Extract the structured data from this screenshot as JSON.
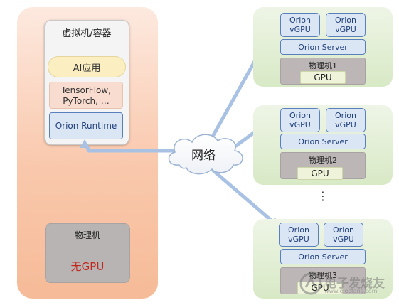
{
  "vm": {
    "title": "虚拟机/容器",
    "app": "AI应用",
    "frameworks_line1": "TensorFlow,",
    "frameworks_line2": "PyTorch, …",
    "runtime": "Orion Runtime"
  },
  "left_physical": {
    "label": "物理机",
    "gpu": "无GPU"
  },
  "network": {
    "label": "网络"
  },
  "servers": [
    {
      "vgpu1_a": "Orion",
      "vgpu1_b": "vGPU",
      "vgpu2_a": "Orion",
      "vgpu2_b": "vGPU",
      "server": "Orion Server",
      "machine": "物理机1",
      "gpu": "GPU"
    },
    {
      "vgpu1_a": "Orion",
      "vgpu1_b": "vGPU",
      "vgpu2_a": "Orion",
      "vgpu2_b": "vGPU",
      "server": "Orion Server",
      "machine": "物理机2",
      "gpu": "GPU"
    },
    {
      "vgpu1_a": "Orion",
      "vgpu1_b": "vGPU",
      "vgpu2_a": "Orion",
      "vgpu2_b": "vGPU",
      "server": "Orion Server",
      "machine": "物理机3",
      "gpu": "GPU"
    }
  ],
  "ellipsis": "⋮",
  "watermark": {
    "text": "电子发烧友",
    "url": "www.elecfans.com"
  },
  "colors": {
    "left_panel": "#f6bb98",
    "server_panel": "#d8e9c6",
    "blue_box": "#dbe6f5",
    "blue_border": "#5a7fbd",
    "arrow": "#a9c2e4",
    "no_gpu_text": "#c1251b"
  }
}
